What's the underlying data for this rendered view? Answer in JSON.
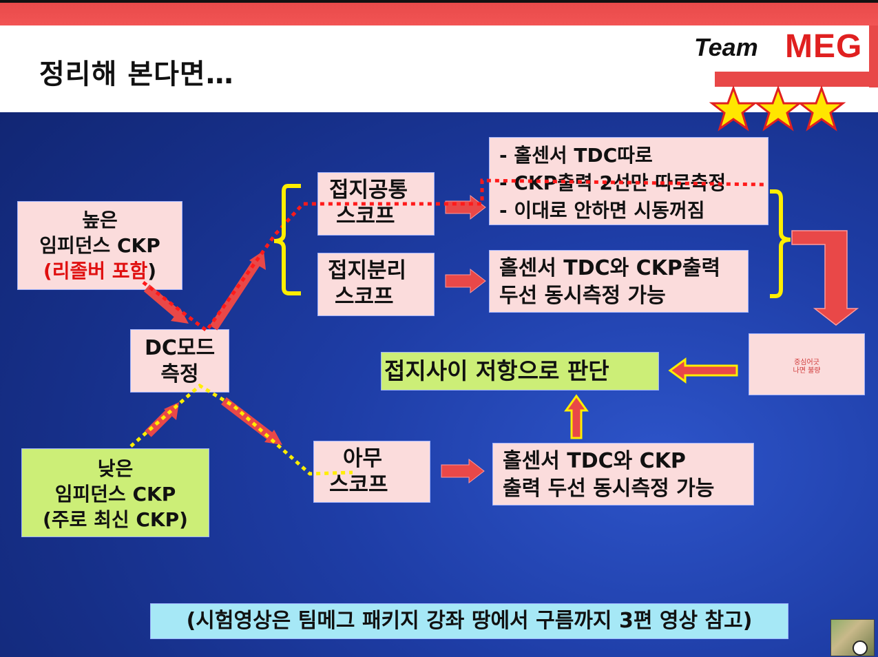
{
  "header": {
    "title": "정리해 본다면…",
    "logo_team": "Team",
    "logo_meg": "MEG",
    "colors": {
      "bar": "#f04c4c",
      "logo_red": "#e02020",
      "star_fill": "#ffe600",
      "star_stroke": "#e02020"
    }
  },
  "diagram": {
    "high_ckp": {
      "line1": "높은",
      "line2": "임피던스 CKP",
      "line3_red": "(리졸버 포함",
      "line3_tail": ")"
    },
    "dc_mode": {
      "line1": "DC모드",
      "line2": "측정"
    },
    "low_ckp": {
      "line1": "낮은",
      "line2": "임피던스 CKP",
      "line3": "(주로 최신 CKP)"
    },
    "scope_common": {
      "line1": "접지공통",
      "line2": "스코프"
    },
    "scope_separate": {
      "line1": "접지분리",
      "line2": "스코프"
    },
    "scope_any": {
      "line1": "아무",
      "line2": "스코프"
    },
    "result_common": {
      "line1": "- 홀센서 TDC따로",
      "line2": "- CKP출력 2선만 따로측정",
      "line3": "- 이대로 안하면 시동꺼짐"
    },
    "result_separate": {
      "line1": "홀센서 TDC와 CKP출력",
      "line2": "두선 동시측정 가능"
    },
    "result_any": {
      "line1": "홀센서 TDC와 CKP",
      "line2": "출력 두선 동시측정 가능"
    },
    "judgement": "접지사이 저항으로 판단",
    "small_note": {
      "line1": "중심어긋",
      "line2": "나면 불량"
    },
    "reference": "(시험영상은 팀메그 패키지 강좌 땅에서 구름까지 3편 영상 참고)",
    "colors": {
      "pink": "#fbdcdc",
      "green": "#ccee77",
      "cyan": "#a6e8f6",
      "arrow_red": "#e94848",
      "dot_red": "#ff1a1a",
      "dot_yellow": "#ffee00",
      "brace": "#ffee00"
    }
  }
}
